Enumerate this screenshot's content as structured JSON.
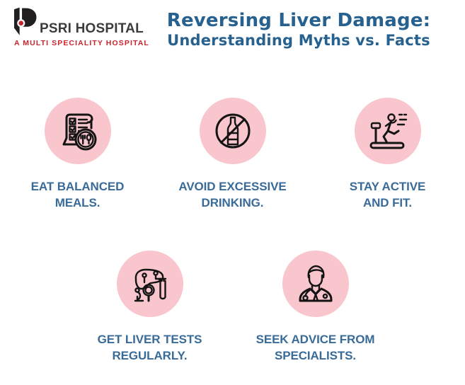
{
  "brand": {
    "name": "PSRI HOSPITAL",
    "tagline": "A MULTI SPECIALITY HOSPITAL",
    "logo_icon": "psri-p-logo",
    "name_color": "#3d3c3d",
    "tagline_color": "#c9252c"
  },
  "header": {
    "title_line1": "Reversing Liver Damage:",
    "title_line2": "Understanding Myths vs. Facts",
    "title_color": "#26618f"
  },
  "tips": [
    {
      "icon": "meal-plan-checklist-icon",
      "line1": "EAT BALANCED",
      "line2": "MEALS."
    },
    {
      "icon": "no-alcohol-bottle-icon",
      "line1": "AVOID EXCESSIVE",
      "line2": "DRINKING."
    },
    {
      "icon": "treadmill-runner-icon",
      "line1": "STAY ACTIVE",
      "line2": "AND FIT."
    },
    {
      "icon": "liver-test-icon",
      "line1": "GET LIVER TESTS",
      "line2": "REGULARLY."
    },
    {
      "icon": "doctor-icon",
      "line1": "SEEK ADVICE FROM",
      "line2": "SPECIALISTS."
    }
  ],
  "colors": {
    "background": "#ffffff",
    "circle_bg": "#f8c6cc",
    "icon_stroke": "#141414",
    "caption_text": "#396b99",
    "title_text": "#26618f"
  }
}
